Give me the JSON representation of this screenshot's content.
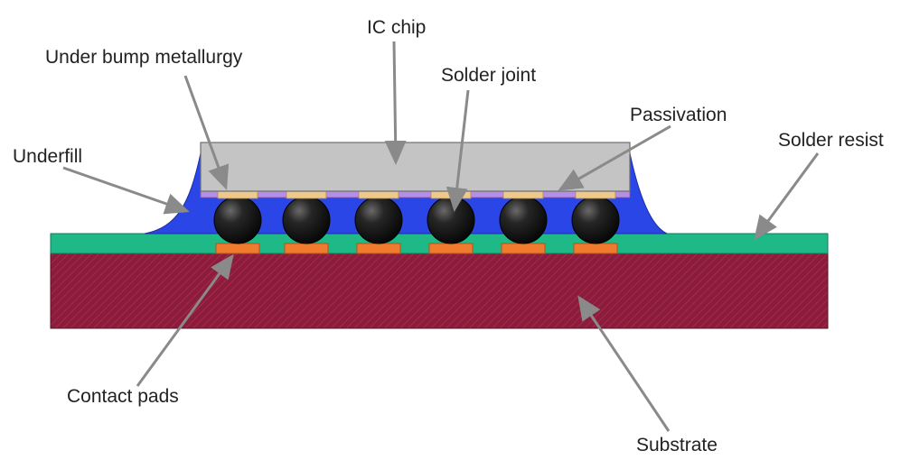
{
  "labels": {
    "ic_chip": "IC chip",
    "ubm": "Under bump metallurgy",
    "solder_joint": "Solder joint",
    "passivation": "Passivation",
    "underfill": "Underfill",
    "solder_resist": "Solder resist",
    "contact_pads": "Contact pads",
    "substrate": "Substrate"
  },
  "colors": {
    "chip": "#c4c4c4",
    "underfill": "#2a46e6",
    "solder_resist": "#1fb887",
    "substrate": "#8c1c3c",
    "ubm": "#eec98a",
    "passivation": "#b58fe6",
    "contact_pad": "#f07a2e",
    "solder_ball": "#151515",
    "arrow": "#8a8a8a"
  }
}
